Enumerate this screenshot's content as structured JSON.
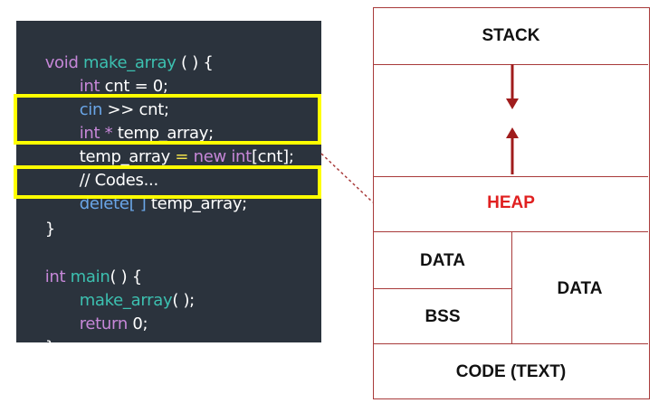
{
  "code": {
    "lines": [
      {
        "t1": "void",
        "t2": " make_array",
        "t3": " ( ) {"
      },
      {
        "t1": "int",
        "t2": " cnt = 0;"
      },
      {
        "t1": "cin",
        "t2": " >> cnt;"
      },
      {
        "t1": "int",
        "t2": " * ",
        "t3": "temp_array;"
      },
      {
        "t1": "temp_array",
        "t2": " = ",
        "t3": "new",
        "t4": " int",
        "t5": "[cnt];"
      },
      {
        "t1": "// Codes..."
      },
      {
        "t1": "delete[ ]",
        "t2": " temp_array;"
      },
      {
        "t1": "}"
      },
      {
        "t1": "int",
        "t2": " main",
        "t3": "( ) {"
      },
      {
        "t1": "make_array",
        "t2": "( );"
      },
      {
        "t1": "return",
        "t2": " 0;"
      },
      {
        "t1": "}"
      }
    ]
  },
  "memory": {
    "stack": "STACK",
    "heap": "HEAP",
    "data_left": "DATA",
    "bss": "BSS",
    "data_right": "DATA",
    "code": "CODE (TEXT)"
  },
  "colors": {
    "heap_text": "#e02020",
    "arrow": "#a01c1c",
    "highlight": "#ffff00"
  }
}
